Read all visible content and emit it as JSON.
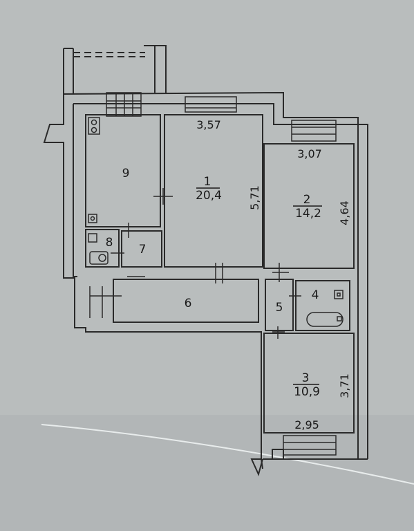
{
  "rooms": [
    {
      "id": "room1",
      "number": "1",
      "area": "20,4"
    },
    {
      "id": "room2",
      "number": "2",
      "area": "14,2"
    },
    {
      "id": "room3",
      "number": "3",
      "area": "10,9"
    },
    {
      "id": "room4",
      "number": "4"
    },
    {
      "id": "room5",
      "number": "5"
    },
    {
      "id": "room6",
      "number": "6"
    },
    {
      "id": "room7",
      "number": "7"
    },
    {
      "id": "room8",
      "number": "8"
    },
    {
      "id": "room9",
      "number": "9"
    }
  ],
  "dimensions": {
    "room1_width": "3,57",
    "room1_length": "5,71",
    "room2_width": "3,07",
    "room2_length": "4,64",
    "room3_width": "2,95",
    "room3_length": "3,71"
  }
}
